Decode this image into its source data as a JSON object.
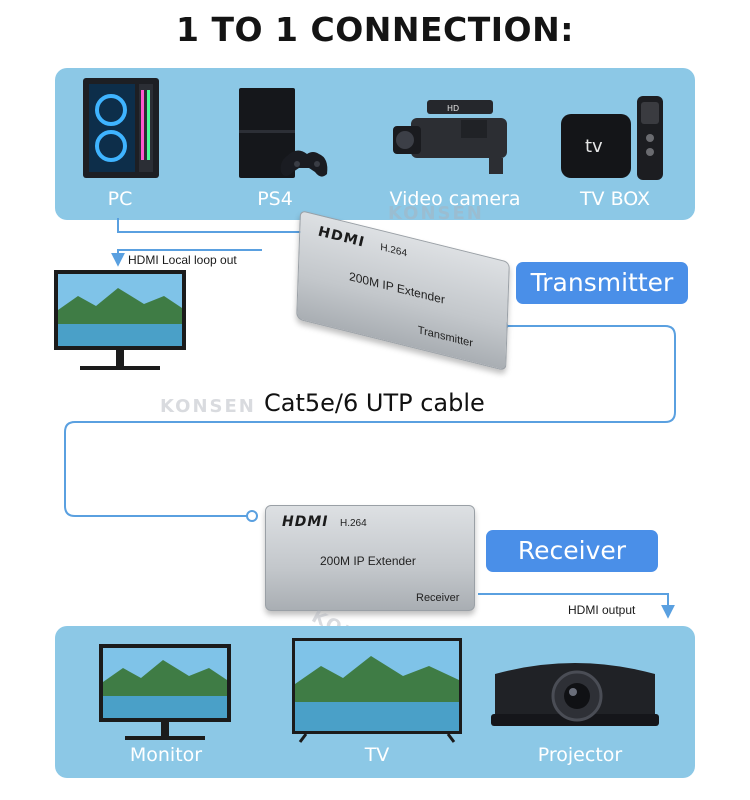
{
  "title": "1 TO 1 CONNECTION:",
  "sources": [
    {
      "label": "PC",
      "icon": "pc-tower-icon"
    },
    {
      "label": "PS4",
      "icon": "ps4-console-icon"
    },
    {
      "label": "Video camera",
      "icon": "video-camera-icon"
    },
    {
      "label": "TV BOX",
      "icon": "tv-box-icon"
    }
  ],
  "tv_box_logo": "tv",
  "local_loop": {
    "label": "HDMI Local loop out"
  },
  "transmitter": {
    "badge": "Transmitter",
    "hdmi_logo": "HDMI",
    "codec": "H.264",
    "model": "200M IP Extender",
    "role": "Transmitter"
  },
  "cable": {
    "label": "Cat5e/6 UTP cable"
  },
  "receiver": {
    "badge": "Receiver",
    "hdmi_logo": "HDMI",
    "codec": "H.264",
    "model": "200M IP Extender",
    "role": "Receiver"
  },
  "hdmi_output": {
    "label": "HDMI output"
  },
  "outputs": [
    {
      "label": "Monitor",
      "icon": "monitor-icon"
    },
    {
      "label": "TV",
      "icon": "tv-icon"
    },
    {
      "label": "Projector",
      "icon": "projector-icon"
    }
  ],
  "watermark": "KONSEN",
  "colors": {
    "panel": "#8cc8e6",
    "badge": "#4a8fe8",
    "line": "#5aa0e0"
  }
}
